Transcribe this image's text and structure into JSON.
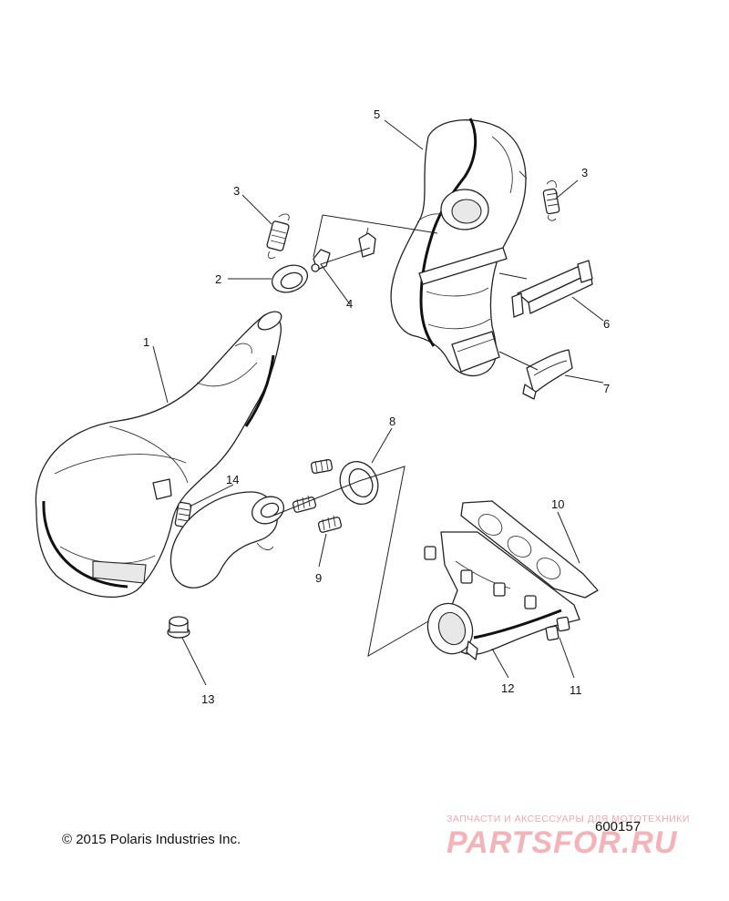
{
  "callouts": [
    "1",
    "2",
    "3",
    "3",
    "4",
    "5",
    "6",
    "7",
    "8",
    "9",
    "10",
    "11",
    "12",
    "13",
    "14"
  ],
  "footer": {
    "copyright": "© 2015 Polaris Industries Inc.",
    "figure_number": "600157"
  },
  "watermark": {
    "tagline": "ЗАПЧАСТИ И АКСЕССУАРЫ ДЛЯ МОТОТЕХНИКИ",
    "logo": "PARTSFOR.RU",
    "color": "#f4a5ab"
  }
}
